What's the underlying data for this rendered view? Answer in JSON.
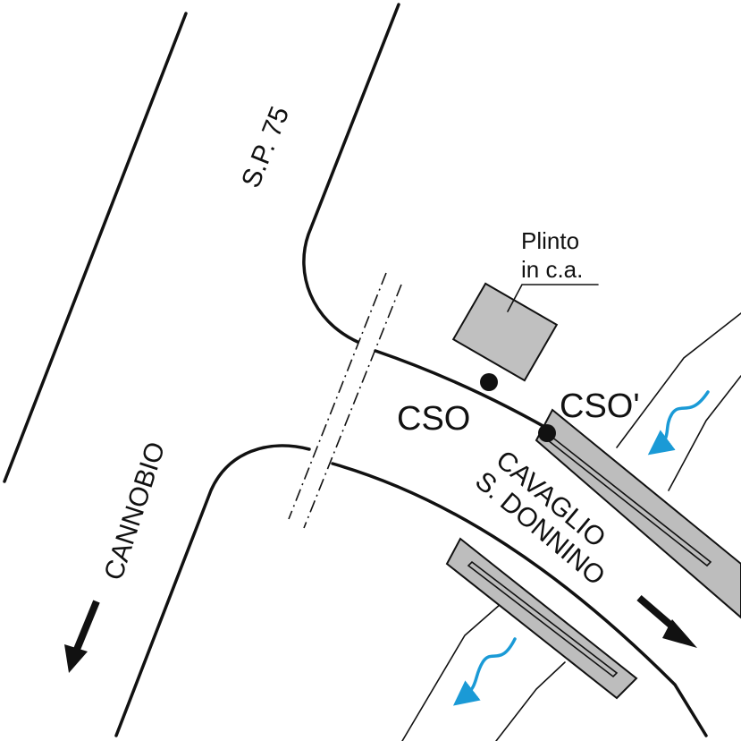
{
  "labels": {
    "road": "S.P. 75",
    "plinth_line1": "Plinto",
    "plinth_line2": "in c.a.",
    "cso": "CSO",
    "cso_prime": "CSO'",
    "cavaglio_line1": "CAVAGLIO",
    "cavaglio_line2": "S. DONNINO",
    "cannobio": "CANNOBIO"
  },
  "colors": {
    "line": "#111111",
    "plinth_fill": "#c0c0c0",
    "bridge_fill": "#bdbdbd",
    "water_flow": "#1a9ad6",
    "background": "#ffffff"
  },
  "icons": {
    "direction_arrow": "arrow-icon",
    "water_flow": "water-flow-arrow-icon",
    "cso_point": "dot-icon"
  }
}
